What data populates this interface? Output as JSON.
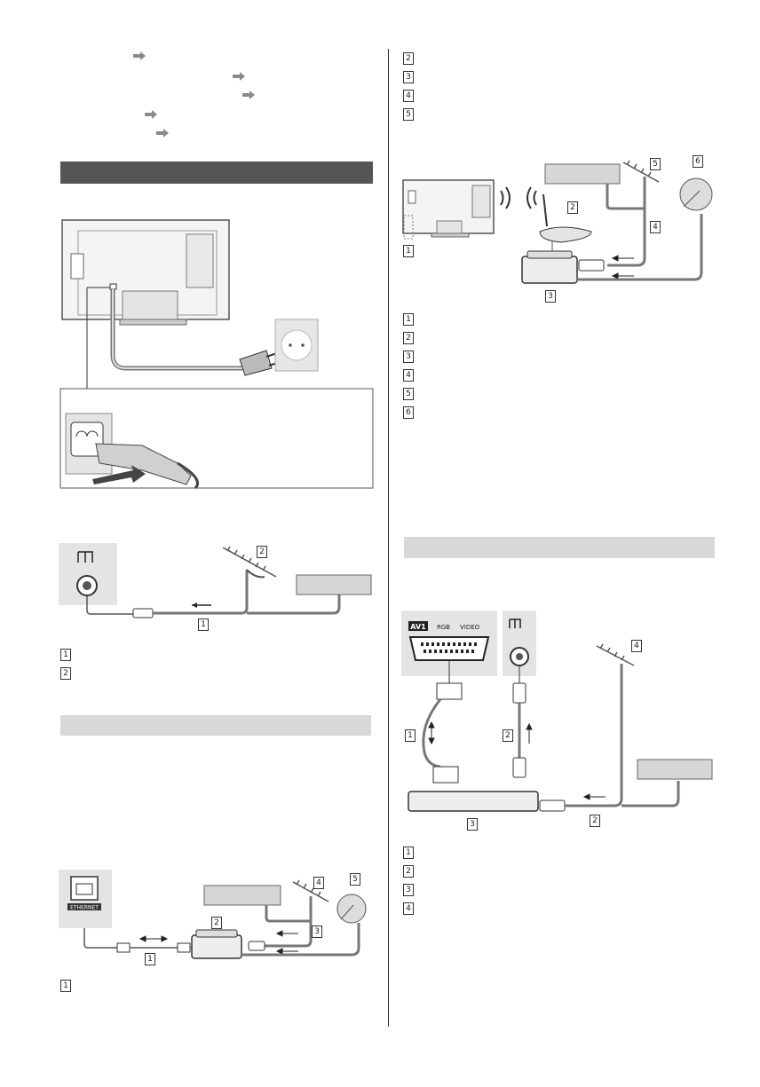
{
  "page": {
    "accent_color": "#555555",
    "light_bar_color": "#d8d8d8",
    "arrow_color": "#8a8a8a"
  },
  "toc_arrows": [
    "arrow-icon",
    "arrow-icon",
    "arrow-icon",
    "arrow-icon",
    "arrow-icon"
  ],
  "left": {
    "antenna_diagram": {
      "labels": [
        "1",
        "2"
      ]
    },
    "antenna_legend": [
      "1",
      "2"
    ],
    "network_diagram": {
      "labels": [
        "1",
        "2",
        "3",
        "4",
        "5"
      ]
    },
    "network_legend": [
      "1"
    ]
  },
  "right": {
    "top_legend": [
      "2",
      "3",
      "4",
      "5"
    ],
    "wireless_diagram": {
      "labels": [
        "1",
        "2",
        "3",
        "4",
        "5",
        "6"
      ]
    },
    "wireless_legend": [
      "1",
      "2",
      "3",
      "4",
      "5",
      "6"
    ],
    "av_diagram": {
      "socket_av1": "AV1",
      "socket_rgb": "RGB",
      "socket_video": "VIDEO",
      "labels": [
        "1",
        "2",
        "3",
        "4",
        "2"
      ]
    },
    "av_legend": [
      "1",
      "2",
      "3",
      "4"
    ]
  },
  "ethernet_label": "ETHERNET"
}
